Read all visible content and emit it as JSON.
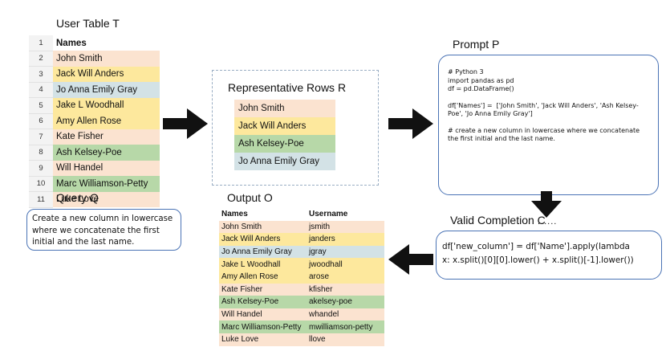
{
  "user_table": {
    "title": "User Table T",
    "header_index": "1",
    "header": "Names",
    "rows": [
      {
        "index": "2",
        "name": "John Smith",
        "color": "#fbe3d0"
      },
      {
        "index": "3",
        "name": "Jack Will Anders",
        "color": "#fde89d"
      },
      {
        "index": "4",
        "name": "Jo Anna Emily Gray",
        "color": "#d3e2e6"
      },
      {
        "index": "5",
        "name": "Jake L Woodhall",
        "color": "#fde89d"
      },
      {
        "index": "6",
        "name": "Amy Allen Rose",
        "color": "#fde89d"
      },
      {
        "index": "7",
        "name": "Kate Fisher",
        "color": "#fbe3d0"
      },
      {
        "index": "8",
        "name": "Ash Kelsey-Poe",
        "color": "#b7d8a8"
      },
      {
        "index": "9",
        "name": "Will Handel",
        "color": "#fbe3d0"
      },
      {
        "index": "10",
        "name": "Marc Williamson-Petty",
        "color": "#b7d8a8"
      },
      {
        "index": "11",
        "name": "Luke Love",
        "color": "#fbe3d0"
      }
    ]
  },
  "representative": {
    "title": "Representative Rows R",
    "rows": [
      "John Smith",
      "Jack Will Anders",
      "Ash Kelsey-Poe",
      "Jo Anna Emily Gray"
    ]
  },
  "prompt": {
    "title": "Prompt P",
    "line1": "# Python 3",
    "line2": "import pandas as pd",
    "line3": "df = pd.DataFrame()",
    "line4": "df['Names'] =  ['John Smith', 'Jack Will Anders', 'Ash Kelsey-Poe', 'Jo Anna Emily Gray']",
    "line5": "# create a new column in lowercase where we concatenate the first initial and the last name."
  },
  "ellipsis": "......",
  "query": {
    "title": "Query Q",
    "text": "Create a new column in lowercase where we concatenate the first initial and the last name."
  },
  "output": {
    "title": "Output O",
    "headers": [
      "Names",
      "Username"
    ],
    "rows": [
      [
        "John Smith",
        "jsmith"
      ],
      [
        "Jack Will Anders",
        "janders"
      ],
      [
        "Jo Anna Emily Gray",
        "jgray"
      ],
      [
        "Jake L Woodhall",
        "jwoodhall"
      ],
      [
        "Amy Allen Rose",
        "arose"
      ],
      [
        "Kate Fisher",
        "kfisher"
      ],
      [
        "Ash Kelsey-Poe",
        "akelsey-poe"
      ],
      [
        "Will Handel",
        "whandel"
      ],
      [
        "Marc Williamson-Petty",
        "mwilliamson-petty"
      ],
      [
        "Luke Love",
        "llove"
      ]
    ]
  },
  "completion": {
    "title": "Valid Completion C",
    "line1": "df['new_column'] = df['Name'].apply(lambda",
    "line2": "x: x.split()[0][0].lower() + x.split()[-1].lower())"
  },
  "colors": {
    "peach": "#fbe3d0",
    "yellow": "#fde89d",
    "blue": "#d3e2e6",
    "green": "#b7d8a8",
    "box_border": "#4a73b5"
  }
}
